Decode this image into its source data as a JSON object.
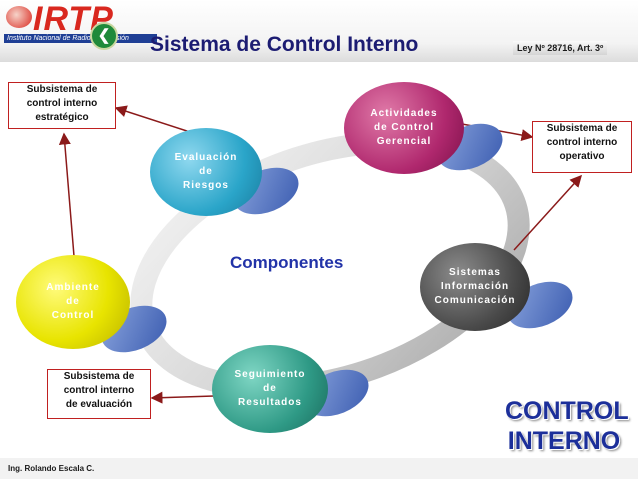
{
  "header": {
    "logo_text": "IRTP",
    "logo_subtitle": "Instituto Nacional de Radio y Televisión",
    "title": "Sistema de Control Interno",
    "law_ref": "Ley Nº 28716, Art. 3º"
  },
  "diagram": {
    "center_label": "Componentes",
    "nodes": {
      "ambiente": "Ambiente\nde\nControl",
      "evaluacion": "Evaluación\nde\nRiesgos",
      "actividades": "Actividades\nde Control\nGerencial",
      "sistemas": "Sistemas\nInformación\nComunicación",
      "seguimiento": "Seguimiento\nde\nResultados"
    },
    "subsystems": {
      "estrategico": "Subsistema de\ncontrol interno\nestratégico",
      "operativo": "Subsistema de\ncontrol interno\noperativo",
      "evaluacion": "Subsistema de\ncontrol interno\nde evaluación"
    },
    "colors": {
      "ambiente": "#e8e400",
      "evaluacion": "#2aa5c9",
      "actividades": "#b0286e",
      "sistemas": "#4a4a4a",
      "seguimiento": "#2f9a86",
      "arrow": "#8b1a1a",
      "title": "#1c1c72",
      "accent": "#1c2f9a"
    }
  },
  "footer": {
    "author": "Ing. Rolando Escala C.",
    "badge": "CONTROL\nINTERNO"
  }
}
